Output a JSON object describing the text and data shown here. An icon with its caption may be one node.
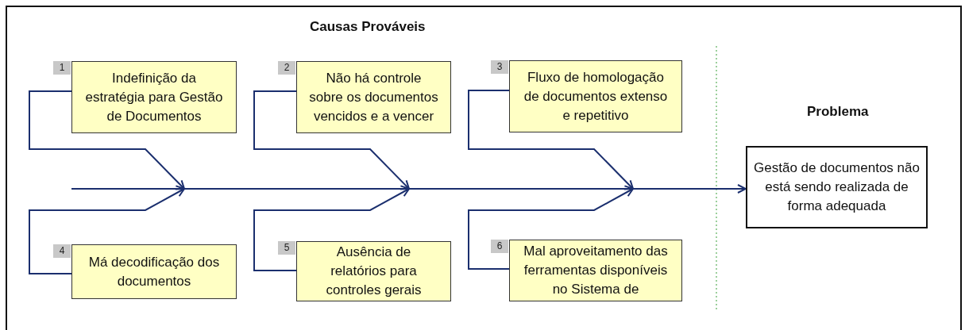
{
  "diagram": {
    "title": "Causas Prováveis",
    "nodes": [
      {
        "text": [
          "Indefinição da estratégia para Gestão de Documentos"
        ],
        "beside": [
          "1"
        ]
      },
      {
        "text": [
          "Não há controle sobre os documentos vencidos e a vencer"
        ],
        "beside": [
          "2"
        ]
      },
      {
        "text": [
          "Fluxo de homologação de documentos extenso e repetitivo"
        ],
        "beside": [
          "3"
        ]
      },
      {
        "text": [
          "Má decodificação dos documentos"
        ],
        "beside": [
          "4"
        ]
      },
      {
        "text": [
          "Ausência de relatórios para controles gerais"
        ],
        "beside": [
          "5"
        ]
      },
      {
        "text": [
          "Mal aproveitamento das ferramentas disponíveis no Sistema de"
        ],
        "beside": [
          "6"
        ]
      },
      {
        "text": [
          "Gestão de documentos não está sendo realizada de forma adequada"
        ]
      }
    ],
    "edges": [
      {
        "from": null,
        "to": 6,
        "arrow": "to"
      },
      {
        "from": 0,
        "to": 6,
        "arrow": "to"
      },
      {
        "from": 1,
        "to": 6,
        "arrow": "to"
      },
      {
        "from": 2,
        "to": 6,
        "arrow": "to"
      },
      {
        "from": 3,
        "to": 6,
        "arrow": "to"
      },
      {
        "from": 4,
        "to": 6,
        "arrow": "to"
      },
      {
        "from": 5,
        "to": 6,
        "arrow": "to"
      }
    ],
    "labels": [
      "Problema"
    ]
  }
}
